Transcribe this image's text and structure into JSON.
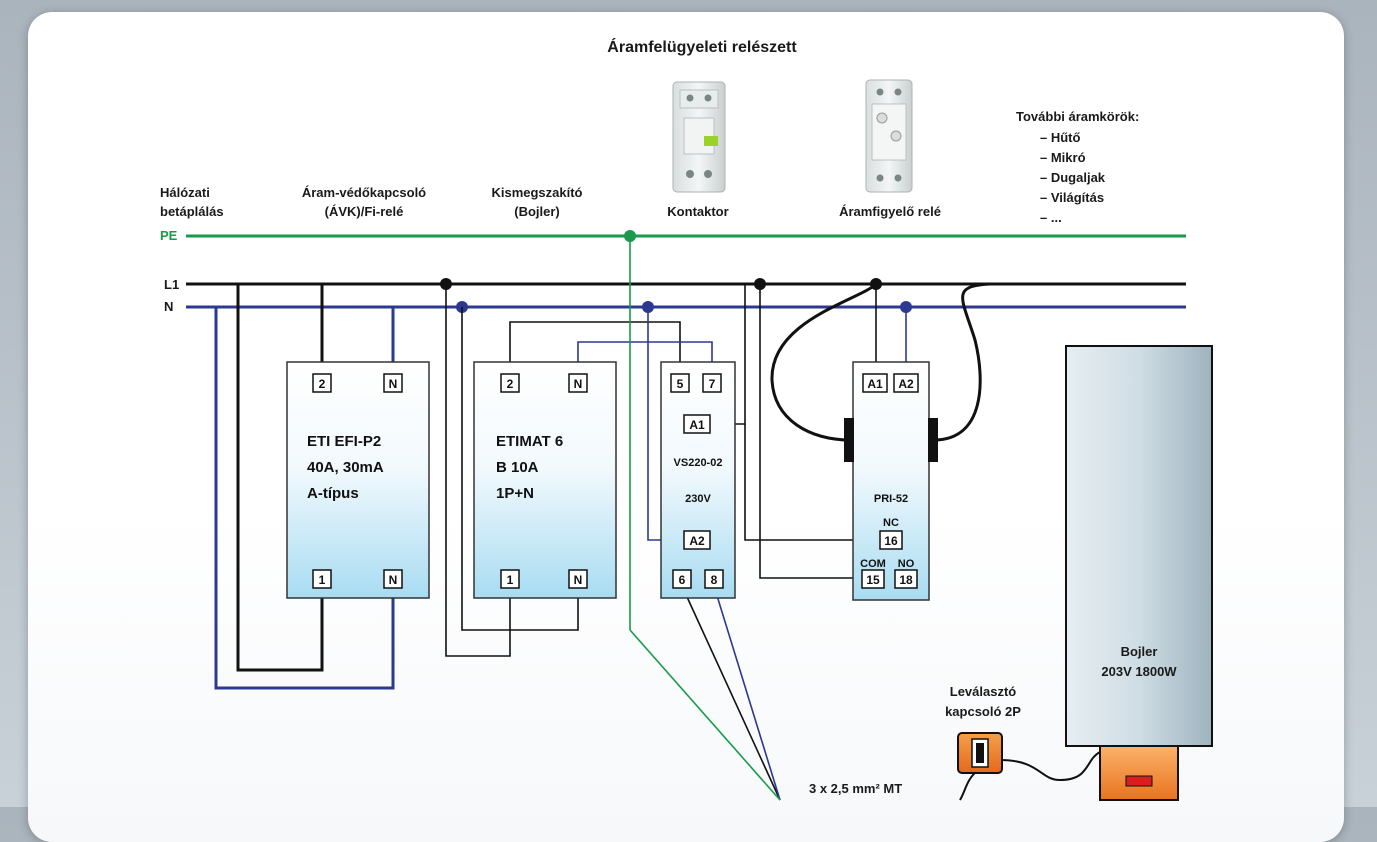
{
  "title": "Áramfelügyeleti relészett",
  "labels": {
    "supply": [
      "Hálózati",
      "betáplálás"
    ],
    "rcd": [
      "Áram-védőkapcsoló",
      "(ÁVK)/Fi-relé"
    ],
    "mcb": [
      "Kismegszakító",
      "(Bojler)"
    ],
    "contactor": "Kontaktor",
    "monitor": "Áramfigyelő relé",
    "pe": "PE",
    "l1": "L1",
    "n": "N",
    "cable": "3 x 2,5 mm² MT",
    "isolator": [
      "Leválasztó",
      "kapcsoló 2P"
    ]
  },
  "circuits": {
    "heading": "További áramkörök:",
    "items": [
      "– Hűtő",
      "– Mikró",
      "– Dugaljak",
      "– Világítás",
      "– ..."
    ]
  },
  "devices": {
    "rcd": {
      "lines": [
        "ETI EFI-P2",
        "40A, 30mA",
        "A-típus"
      ],
      "top": [
        "2",
        "N"
      ],
      "bottom": [
        "1",
        "N"
      ]
    },
    "mcb": {
      "lines": [
        "ETIMAT 6",
        "B 10A",
        "1P+N"
      ],
      "top": [
        "2",
        "N"
      ],
      "bottom": [
        "1",
        "N"
      ]
    },
    "contactor": {
      "lines": [
        "VS220-02",
        "230V"
      ],
      "top": [
        "5",
        "7"
      ],
      "coil": [
        "A1",
        "A2"
      ],
      "bottom": [
        "6",
        "8"
      ]
    },
    "monitor": {
      "name": "PRI-52",
      "top": [
        "A1",
        "A2"
      ],
      "nc_label": "NC",
      "nc": "16",
      "com_label": "COM",
      "no_label": "NO",
      "com": "15",
      "no": "18"
    }
  },
  "boiler": {
    "lines": [
      "Bojler",
      "203V 1800W"
    ]
  },
  "colors": {
    "pe": "#1a9a4a",
    "l1": "#111111",
    "n": "#2b3990",
    "device_top": "#ffffff",
    "device_bottom": "#a8dcf2",
    "boiler_heater": "#f08a2a"
  }
}
